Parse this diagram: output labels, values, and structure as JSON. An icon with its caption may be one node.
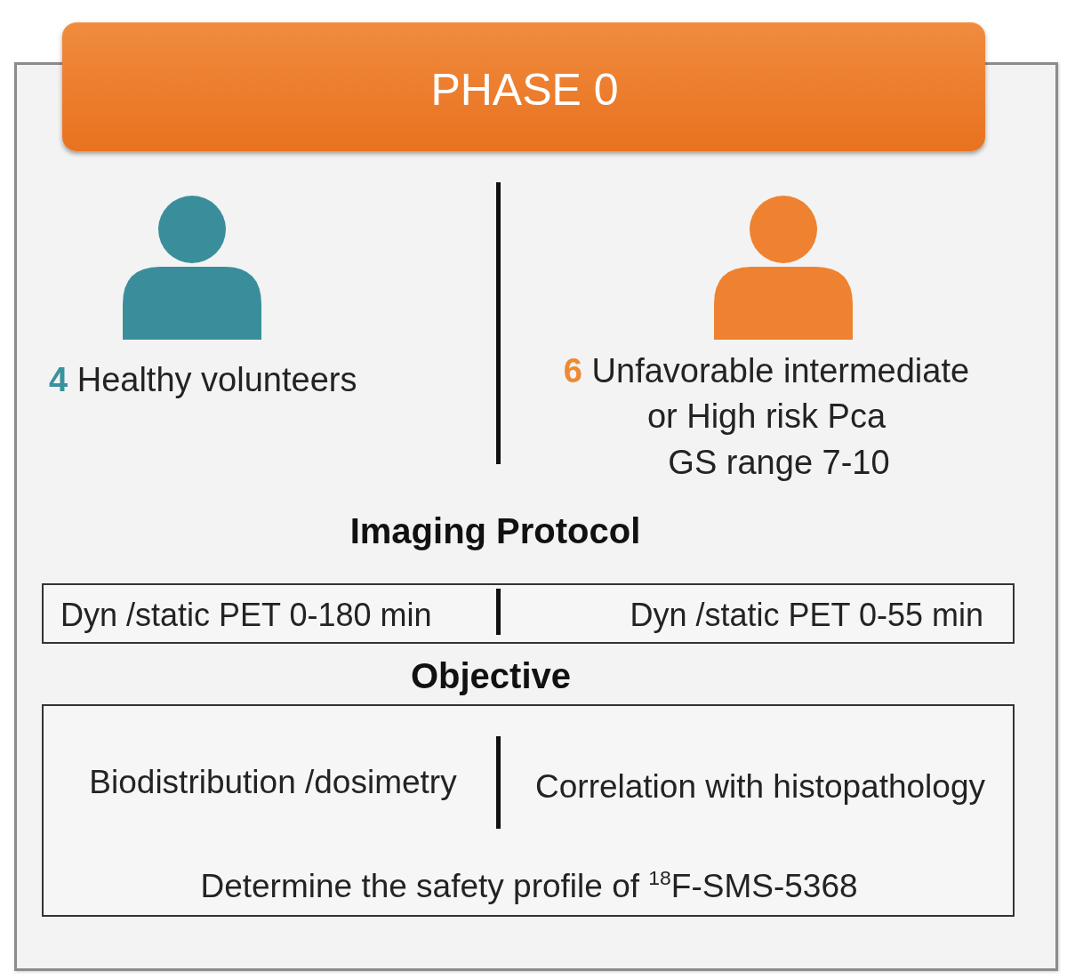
{
  "diagram": {
    "nodes": [
      {
        "text": [
          "PHASE 0"
        ]
      },
      {
        "text": [],
        "shape": "box"
      },
      {
        "text": [
          "Dyn /static PET 0-180 min",
          "Dyn /static PET 0-55 min"
        ],
        "in": 1
      },
      {
        "text": [
          "Biodistribution /dosimetry",
          "Correlation with histopathology",
          "Determine the safety profile of $^{18}$F-SMS-5368"
        ],
        "in": 1
      }
    ],
    "labels": [
      "**4** Healthy volunteers",
      "**6** Unfavorable intermediate or High risk Pca",
      "GS range 7-10",
      "Imaging Protocol",
      "Objective"
    ]
  }
}
